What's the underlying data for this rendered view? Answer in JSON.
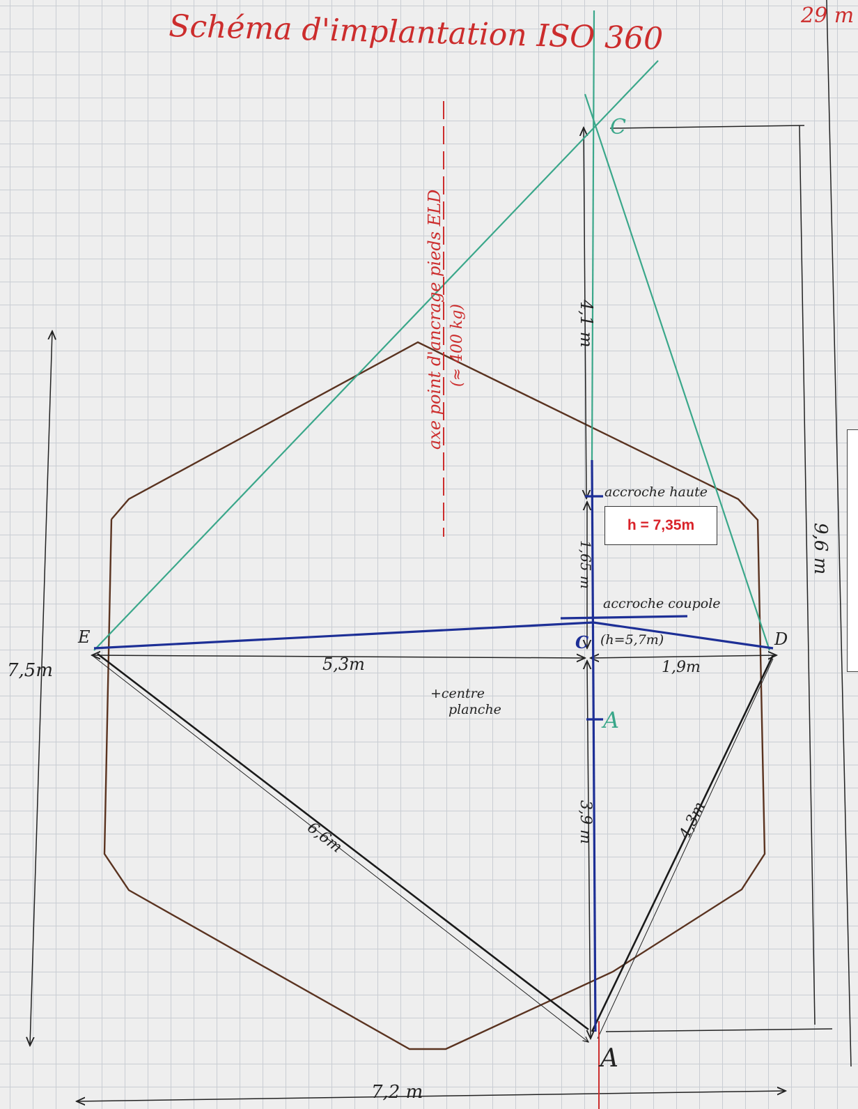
{
  "title": "Schéma d'implantation ISO 360",
  "top_right_label": "29 m",
  "h_box": "h = 7,35m",
  "colors": {
    "title": "#cc2d2d",
    "teal": "#3aa78a",
    "blue": "#1d2f96",
    "brown": "#5a3320",
    "ink": "#222222",
    "box_text": "#d9232a"
  },
  "points": {
    "C_top": "C",
    "E": "E",
    "D": "D",
    "C_mid": "C",
    "A_mid": "A",
    "A_bottom": "A"
  },
  "measures": {
    "left_height": "7,5m",
    "bottom_width": "7,2 m",
    "ec": "5,3m",
    "cd": "1,9m",
    "vert_upper": "4,1 m",
    "vert_mid": "1,65 m",
    "vert_lower": "3,9 m",
    "ea_diag": "6,6m",
    "da_diag": "4,3m",
    "right_height": "9,6 m"
  },
  "annotations": {
    "accroche_haute": "accroche haute",
    "accroche_coupole": "accroche coupole",
    "h_coupole": "(h=5,7m)",
    "centre_line1": "+centre",
    "centre_line2": "planche",
    "axe": "axe point d'ancrage pieds ELD",
    "axe_sub": "(≈ 400 kg)"
  }
}
